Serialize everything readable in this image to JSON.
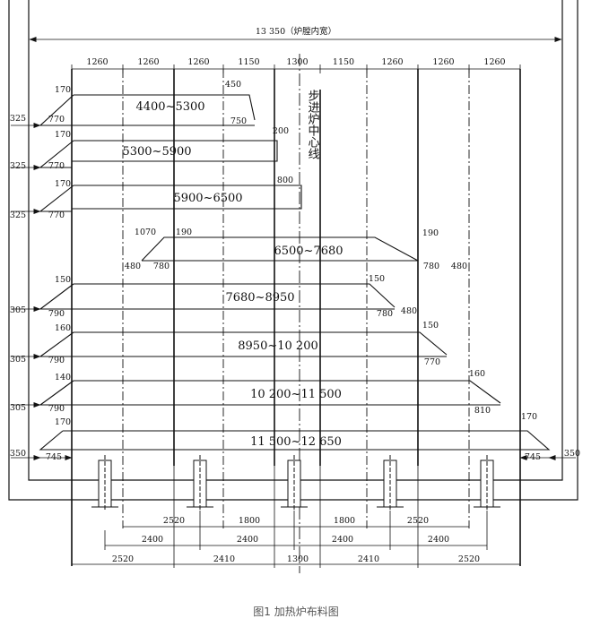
{
  "diagram": {
    "title": "13 350（炉膛内宽）",
    "caption": "图1   加热炉布料图",
    "centerline_label": "步进炉中心线",
    "top_spacings": [
      "1260",
      "1260",
      "1260",
      "1150",
      "1300",
      "1150",
      "1260",
      "1260",
      "1260"
    ],
    "rows": [
      {
        "label": "4400~5300",
        "left_outer": "325",
        "left_inner": "770",
        "left_top": "170",
        "right_top": "450",
        "right_bottom": "750"
      },
      {
        "label": "5300~5900",
        "left_outer": "325",
        "left_inner": "770",
        "left_top": "170",
        "right_top": "200"
      },
      {
        "label": "5900~6500",
        "left_outer": "325",
        "left_inner": "770",
        "left_top": "170",
        "right_top": "800"
      },
      {
        "label": "6500~7680",
        "left_top_a": "1070",
        "left_top_b": "190",
        "left_bottom_a": "480",
        "left_bottom_b": "780",
        "right_top": "190",
        "right_bottom_a": "780",
        "right_bottom_b": "480"
      },
      {
        "label": "7680~8950",
        "left_outer": "305",
        "left_inner": "790",
        "left_top": "150",
        "right_top": "150",
        "right_bottom_a": "780",
        "right_bottom_b": "480"
      },
      {
        "label": "8950~10 200",
        "left_outer": "305",
        "left_inner": "790",
        "left_top": "160",
        "right_top": "150",
        "right_bottom": "770"
      },
      {
        "label": "10 200~11 500",
        "left_outer": "305",
        "left_inner": "790",
        "left_top": "140",
        "right_top": "160",
        "right_bottom": "810"
      },
      {
        "label": "11 500~12 650",
        "left_outer": "350",
        "left_inner": "745",
        "left_top": "170",
        "right_top": "170",
        "right_bottom": "745",
        "right_outer": "350"
      }
    ],
    "bottom_row1": [
      "2520",
      "1800",
      "1800",
      "2520"
    ],
    "bottom_row2": [
      "2400",
      "2400",
      "2400",
      "2400"
    ],
    "bottom_row3": [
      "2520",
      "2410",
      "1300",
      "2410",
      "2520"
    ]
  }
}
